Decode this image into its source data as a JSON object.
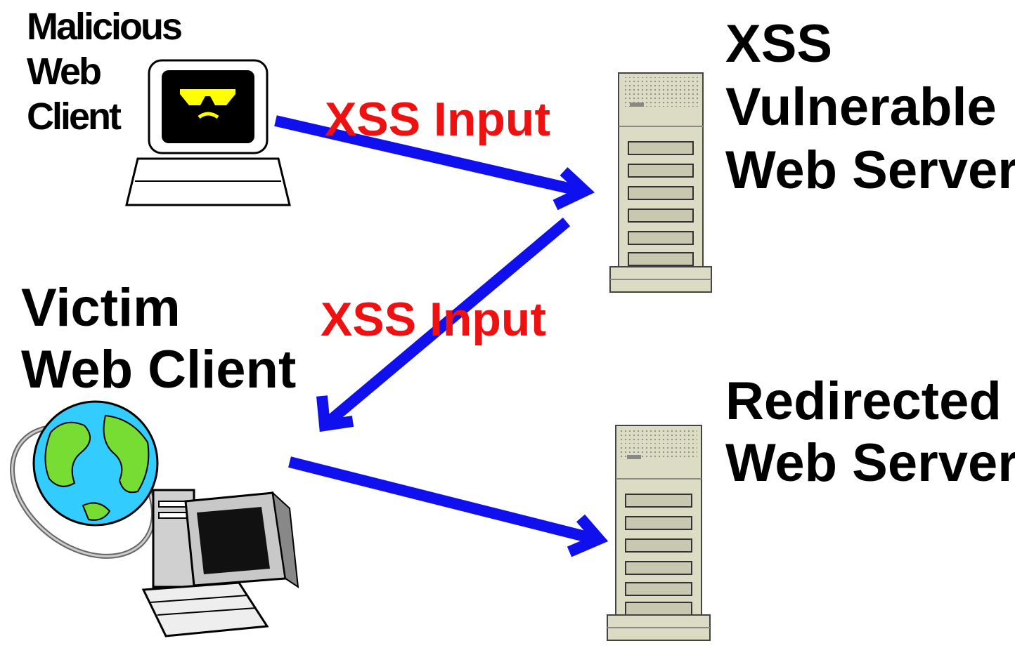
{
  "nodes": {
    "malicious_client": {
      "lines": [
        "Malicious",
        "Web",
        "Client"
      ]
    },
    "vulnerable_server": {
      "lines": [
        "XSS",
        "Vulnerable",
        "Web Server"
      ]
    },
    "victim_client": {
      "lines": [
        "Victim",
        "Web Client"
      ]
    },
    "redirected_server": {
      "lines": [
        "Redirected",
        "Web Server"
      ]
    }
  },
  "edges": [
    {
      "from": "malicious_client",
      "to": "vulnerable_server",
      "label": "XSS Input"
    },
    {
      "from": "vulnerable_server",
      "to": "victim_client",
      "label": "XSS Input"
    },
    {
      "from": "victim_client",
      "to": "redirected_server",
      "label": ""
    }
  ],
  "colors": {
    "arrow": "#1010ee",
    "edge_label": "#ee1111",
    "text": "#000000",
    "server_body": "#dcdcc4",
    "screen_face": "#ffff00",
    "globe_water": "#33ccff",
    "globe_land": "#77dd33"
  },
  "icons": {
    "malicious_client": "evil-computer-icon",
    "vulnerable_server": "server-tower-icon",
    "victim_client": "globe-computer-icon",
    "redirected_server": "server-tower-icon"
  }
}
